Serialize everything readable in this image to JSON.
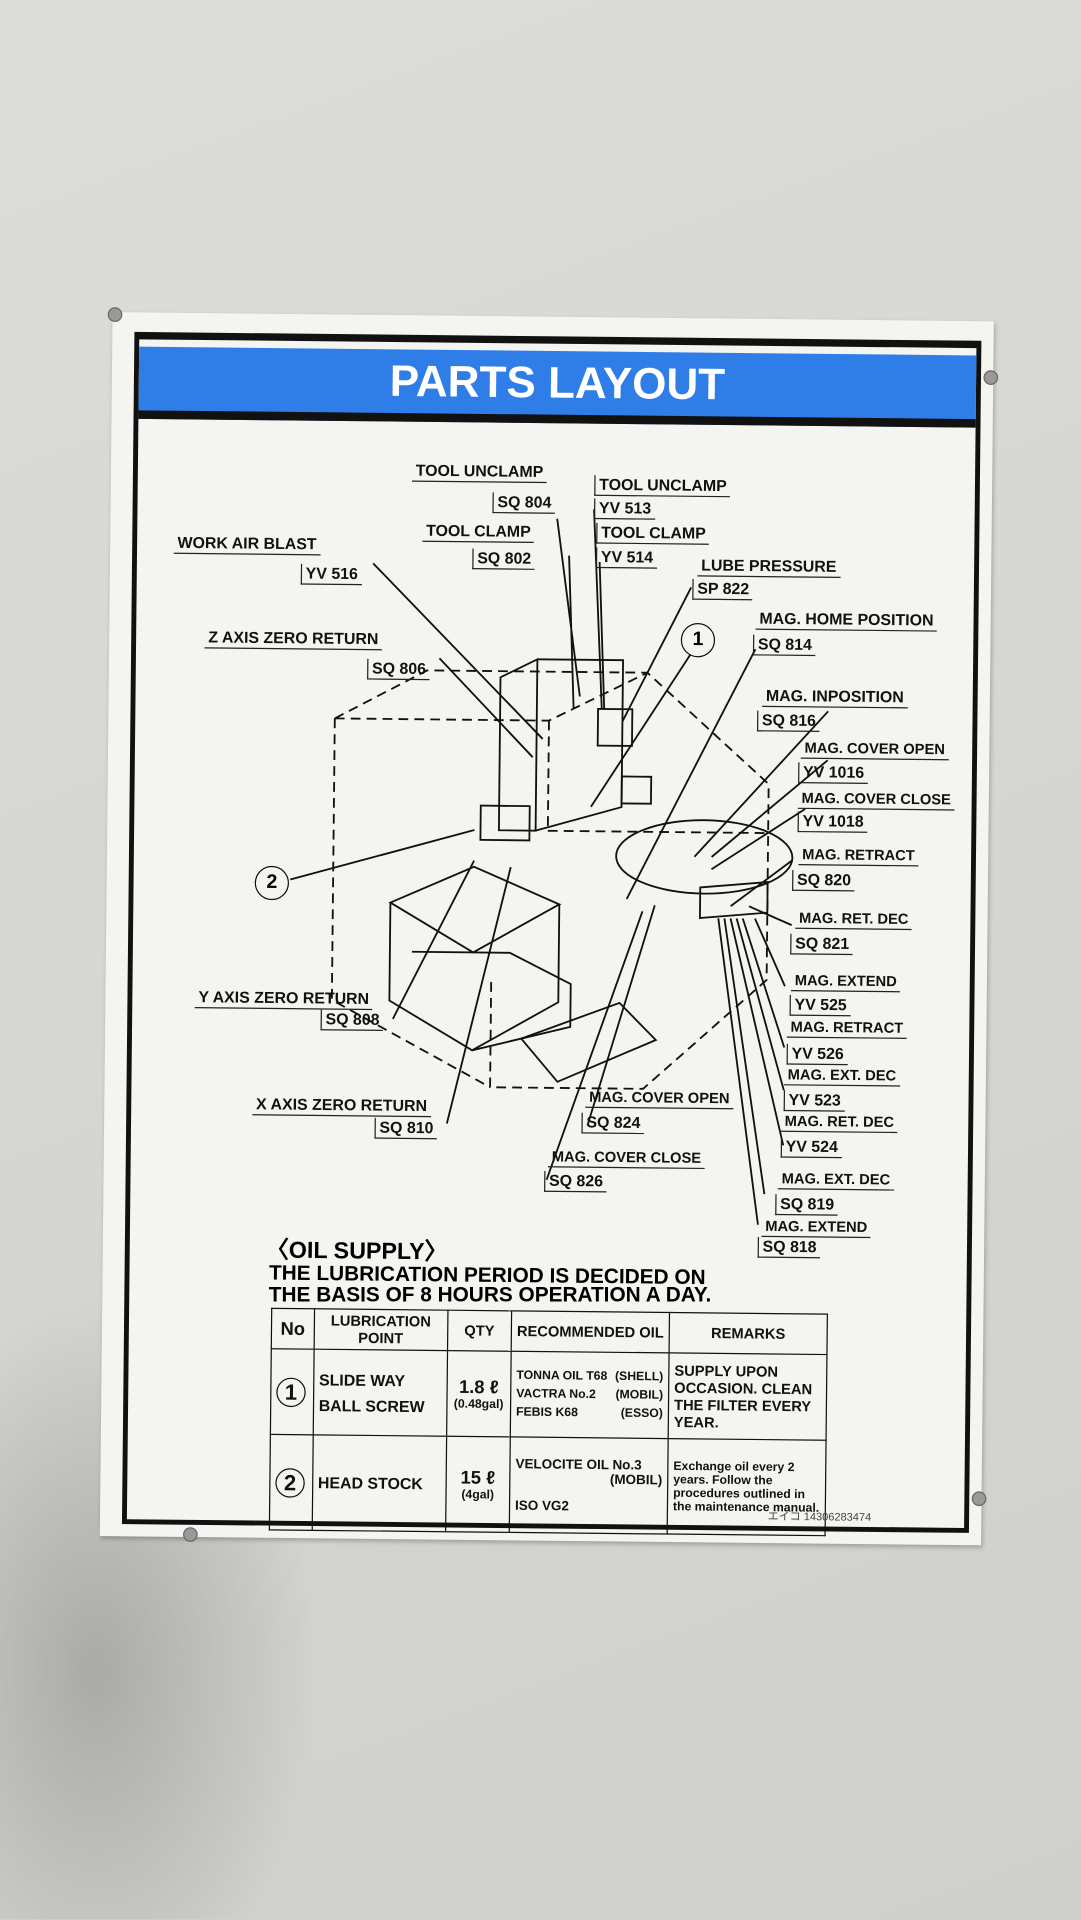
{
  "title": "PARTS LAYOUT",
  "labels": {
    "tool_unclamp_sq": {
      "name": "TOOL UNCLAMP",
      "code": "SQ 804"
    },
    "tool_unclamp_yv": {
      "name": "TOOL UNCLAMP",
      "code": "YV 513"
    },
    "tool_clamp_sq": {
      "name": "TOOL CLAMP",
      "code": "SQ 802"
    },
    "tool_clamp_yv": {
      "name": "TOOL CLAMP",
      "code": "YV 514"
    },
    "lube_pressure": {
      "name": "LUBE PRESSURE",
      "code": "SP 822"
    },
    "work_air_blast": {
      "name": "WORK AIR BLAST",
      "code": "YV 516"
    },
    "mag_home_position": {
      "name": "MAG. HOME POSITION",
      "code": "SQ 814"
    },
    "z_axis_zero_return": {
      "name": "Z AXIS ZERO RETURN",
      "code": "SQ 806"
    },
    "mag_inposition": {
      "name": "MAG. INPOSITION",
      "code": "SQ 816"
    },
    "mag_cover_open_yv": {
      "name": "MAG. COVER OPEN",
      "code": "YV 1016"
    },
    "mag_cover_close_yv": {
      "name": "MAG. COVER CLOSE",
      "code": "YV 1018"
    },
    "mag_retract_sq": {
      "name": "MAG. RETRACT",
      "code": "SQ 820"
    },
    "mag_ret_dec_sq": {
      "name": "MAG. RET. DEC",
      "code": "SQ 821"
    },
    "mag_extend_yv": {
      "name": "MAG. EXTEND",
      "code": "YV 525"
    },
    "mag_retract_yv": {
      "name": "MAG. RETRACT",
      "code": "YV 526"
    },
    "mag_ext_dec_yv": {
      "name": "MAG. EXT. DEC",
      "code": "YV 523"
    },
    "mag_ret_dec_yv": {
      "name": "MAG. RET. DEC",
      "code": "YV 524"
    },
    "y_axis_zero_return": {
      "name": "Y AXIS ZERO RETURN",
      "code": "SQ 808"
    },
    "x_axis_zero_return": {
      "name": "X AXIS ZERO RETURN",
      "code": "SQ 810"
    },
    "mag_cover_open_sq": {
      "name": "MAG. COVER OPEN",
      "code": "SQ 824"
    },
    "mag_cover_close_sq": {
      "name": "MAG. COVER CLOSE",
      "code": "SQ 826"
    },
    "mag_ext_dec_sq": {
      "name": "MAG. EXT. DEC",
      "code": "SQ 819"
    },
    "mag_extend_sq": {
      "name": "MAG. EXTEND",
      "code": "SQ 818"
    }
  },
  "callouts": [
    "1",
    "2"
  ],
  "oil_supply": {
    "title": "〈OIL SUPPLY〉",
    "line1": "THE LUBRICATION PERIOD IS DECIDED ON",
    "line2": "THE BASIS OF 8 HOURS OPERATION A DAY.",
    "headers": [
      "No",
      "LUBRICATION POINT",
      "QTY",
      "RECOMMENDED OIL",
      "REMARKS"
    ],
    "rows": [
      {
        "no": "1",
        "point1": "SLIDE WAY",
        "point2": "BALL SCREW",
        "qty": "1.8 ℓ",
        "qty_gal": "(0.48gal)",
        "oils": [
          {
            "name": "TONNA OIL T68",
            "brand": "(SHELL)"
          },
          {
            "name": "VACTRA No.2",
            "brand": "(MOBIL)"
          },
          {
            "name": "FEBIS K68",
            "brand": "(ESSO)"
          }
        ],
        "remarks": "SUPPLY UPON OCCASION. CLEAN THE FILTER EVERY YEAR."
      },
      {
        "no": "2",
        "point1": "HEAD STOCK",
        "qty": "15 ℓ",
        "qty_gal": "(4gal)",
        "oils": [
          {
            "name": "VELOCITE OIL No.3",
            "brand": "(MOBIL)"
          },
          {
            "name": "ISO VG2",
            "brand": ""
          }
        ],
        "remarks": "Exchange oil every 2 years. Follow the procedures outlined in the maintenance manual."
      }
    ]
  },
  "serial": "エイコ 14306283474"
}
